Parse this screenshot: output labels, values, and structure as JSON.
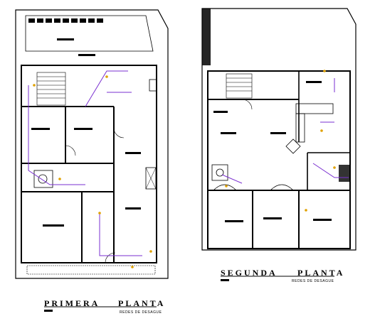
{
  "sheets": [
    {
      "id": "primera",
      "title_left": "PRIMERA",
      "title_right": "PLANTA",
      "subtitle": "REDES DE DESAGUE"
    },
    {
      "id": "segunda",
      "title_left": "SEGUNDA",
      "title_right": "PLANTA",
      "subtitle": "REDES DE DESAGUE"
    }
  ],
  "colors": {
    "wall": "#000000",
    "pipe": "#7a2fd0",
    "fixture": "#e0a100",
    "background": "#ffffff"
  }
}
